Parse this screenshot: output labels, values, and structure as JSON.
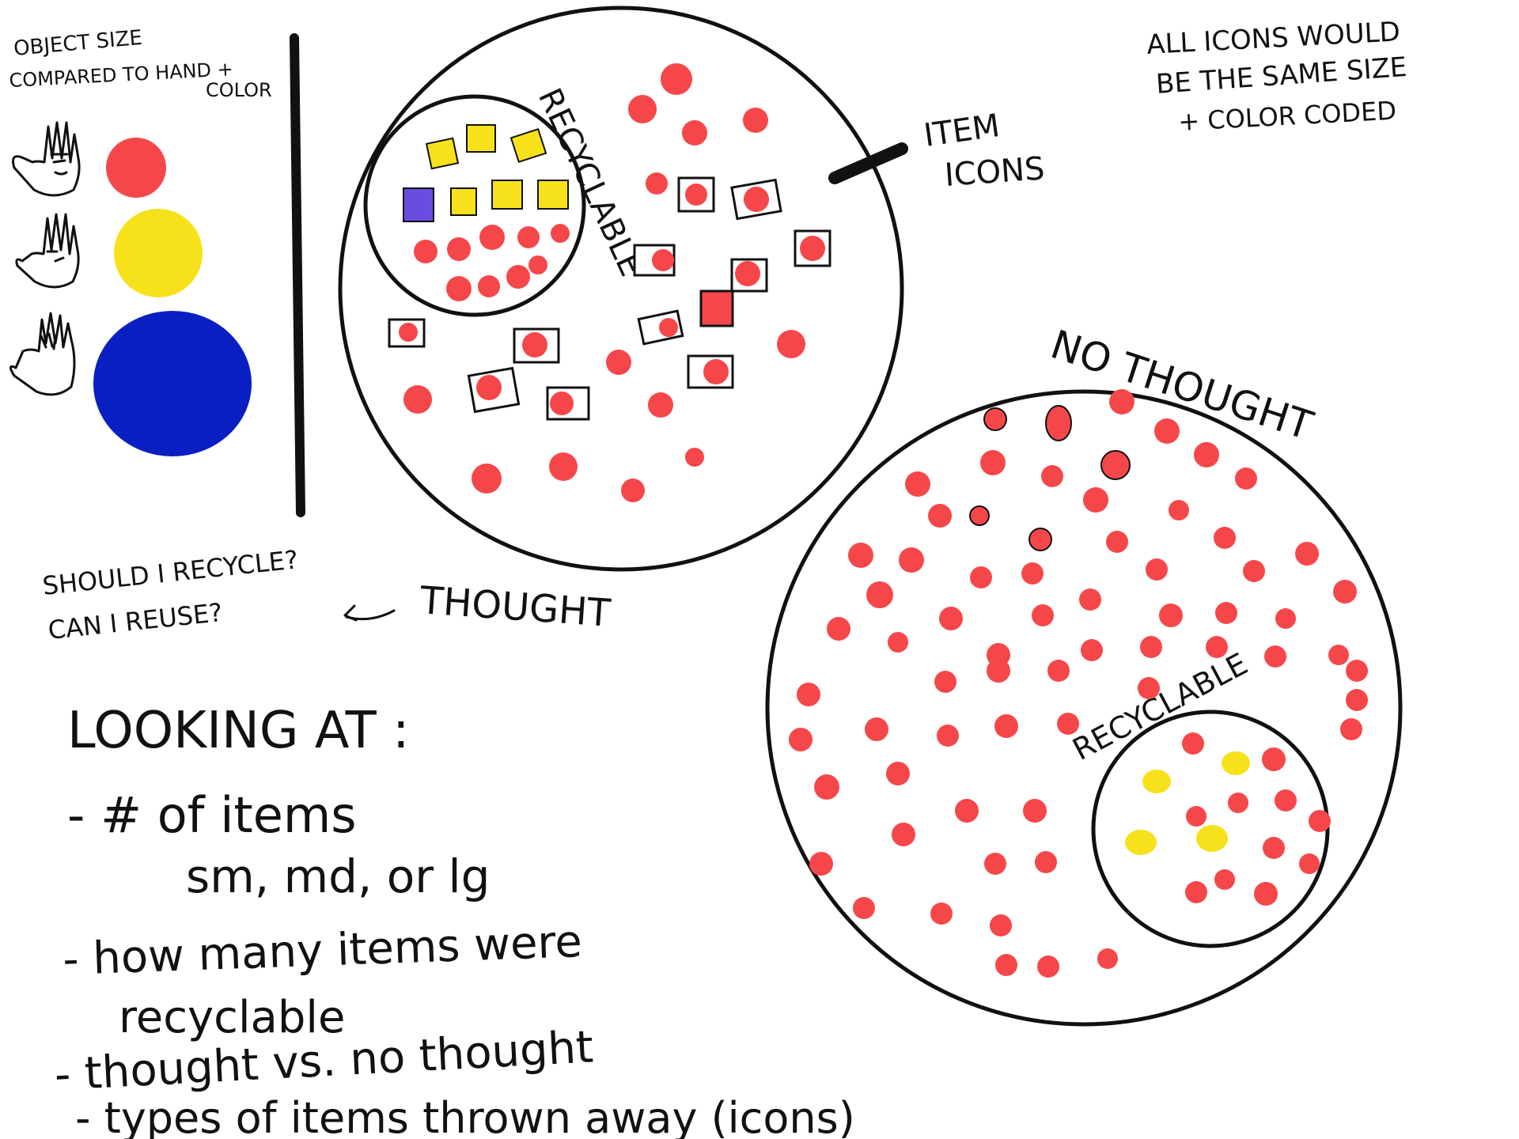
{
  "legend": {
    "title_line1": "OBJECT SIZE",
    "title_line2": "COMPARED TO HAND +",
    "title_line3": "COLOR",
    "sizes": [
      {
        "size": "small",
        "color": "#f5474a"
      },
      {
        "size": "medium",
        "color": "#f7e11b"
      },
      {
        "size": "large",
        "color": "#0a1fc2"
      }
    ]
  },
  "note_top_right": {
    "line1": "ALL ICONS WOULD",
    "line2": "BE THE SAME SIZE",
    "line3": "+ COLOR CODED"
  },
  "item_icons_label": {
    "line1": "ITEM",
    "line2": "ICONS"
  },
  "thought_circle": {
    "label": "THOUGHT",
    "sub_label": "RECYCLABLE"
  },
  "no_thought_circle": {
    "label": "NO THOUGHT",
    "sub_label": "RECYCLABLE"
  },
  "questions": {
    "line1": "SHOULD I RECYCLE?",
    "line2": "CAN I REUSE?"
  },
  "looking_at": {
    "heading": "LOOKING AT :",
    "items": [
      "- # of items",
      "sm, md, or lg",
      "- how many items were",
      "recyclable",
      "- thought vs. no thought",
      "- types of items thrown away (icons)"
    ]
  },
  "colors": {
    "red": "#f5474a",
    "yellow": "#f7e11b",
    "blue": "#0a1fc2",
    "purple": "#6a4ce0",
    "ink": "#111111"
  }
}
